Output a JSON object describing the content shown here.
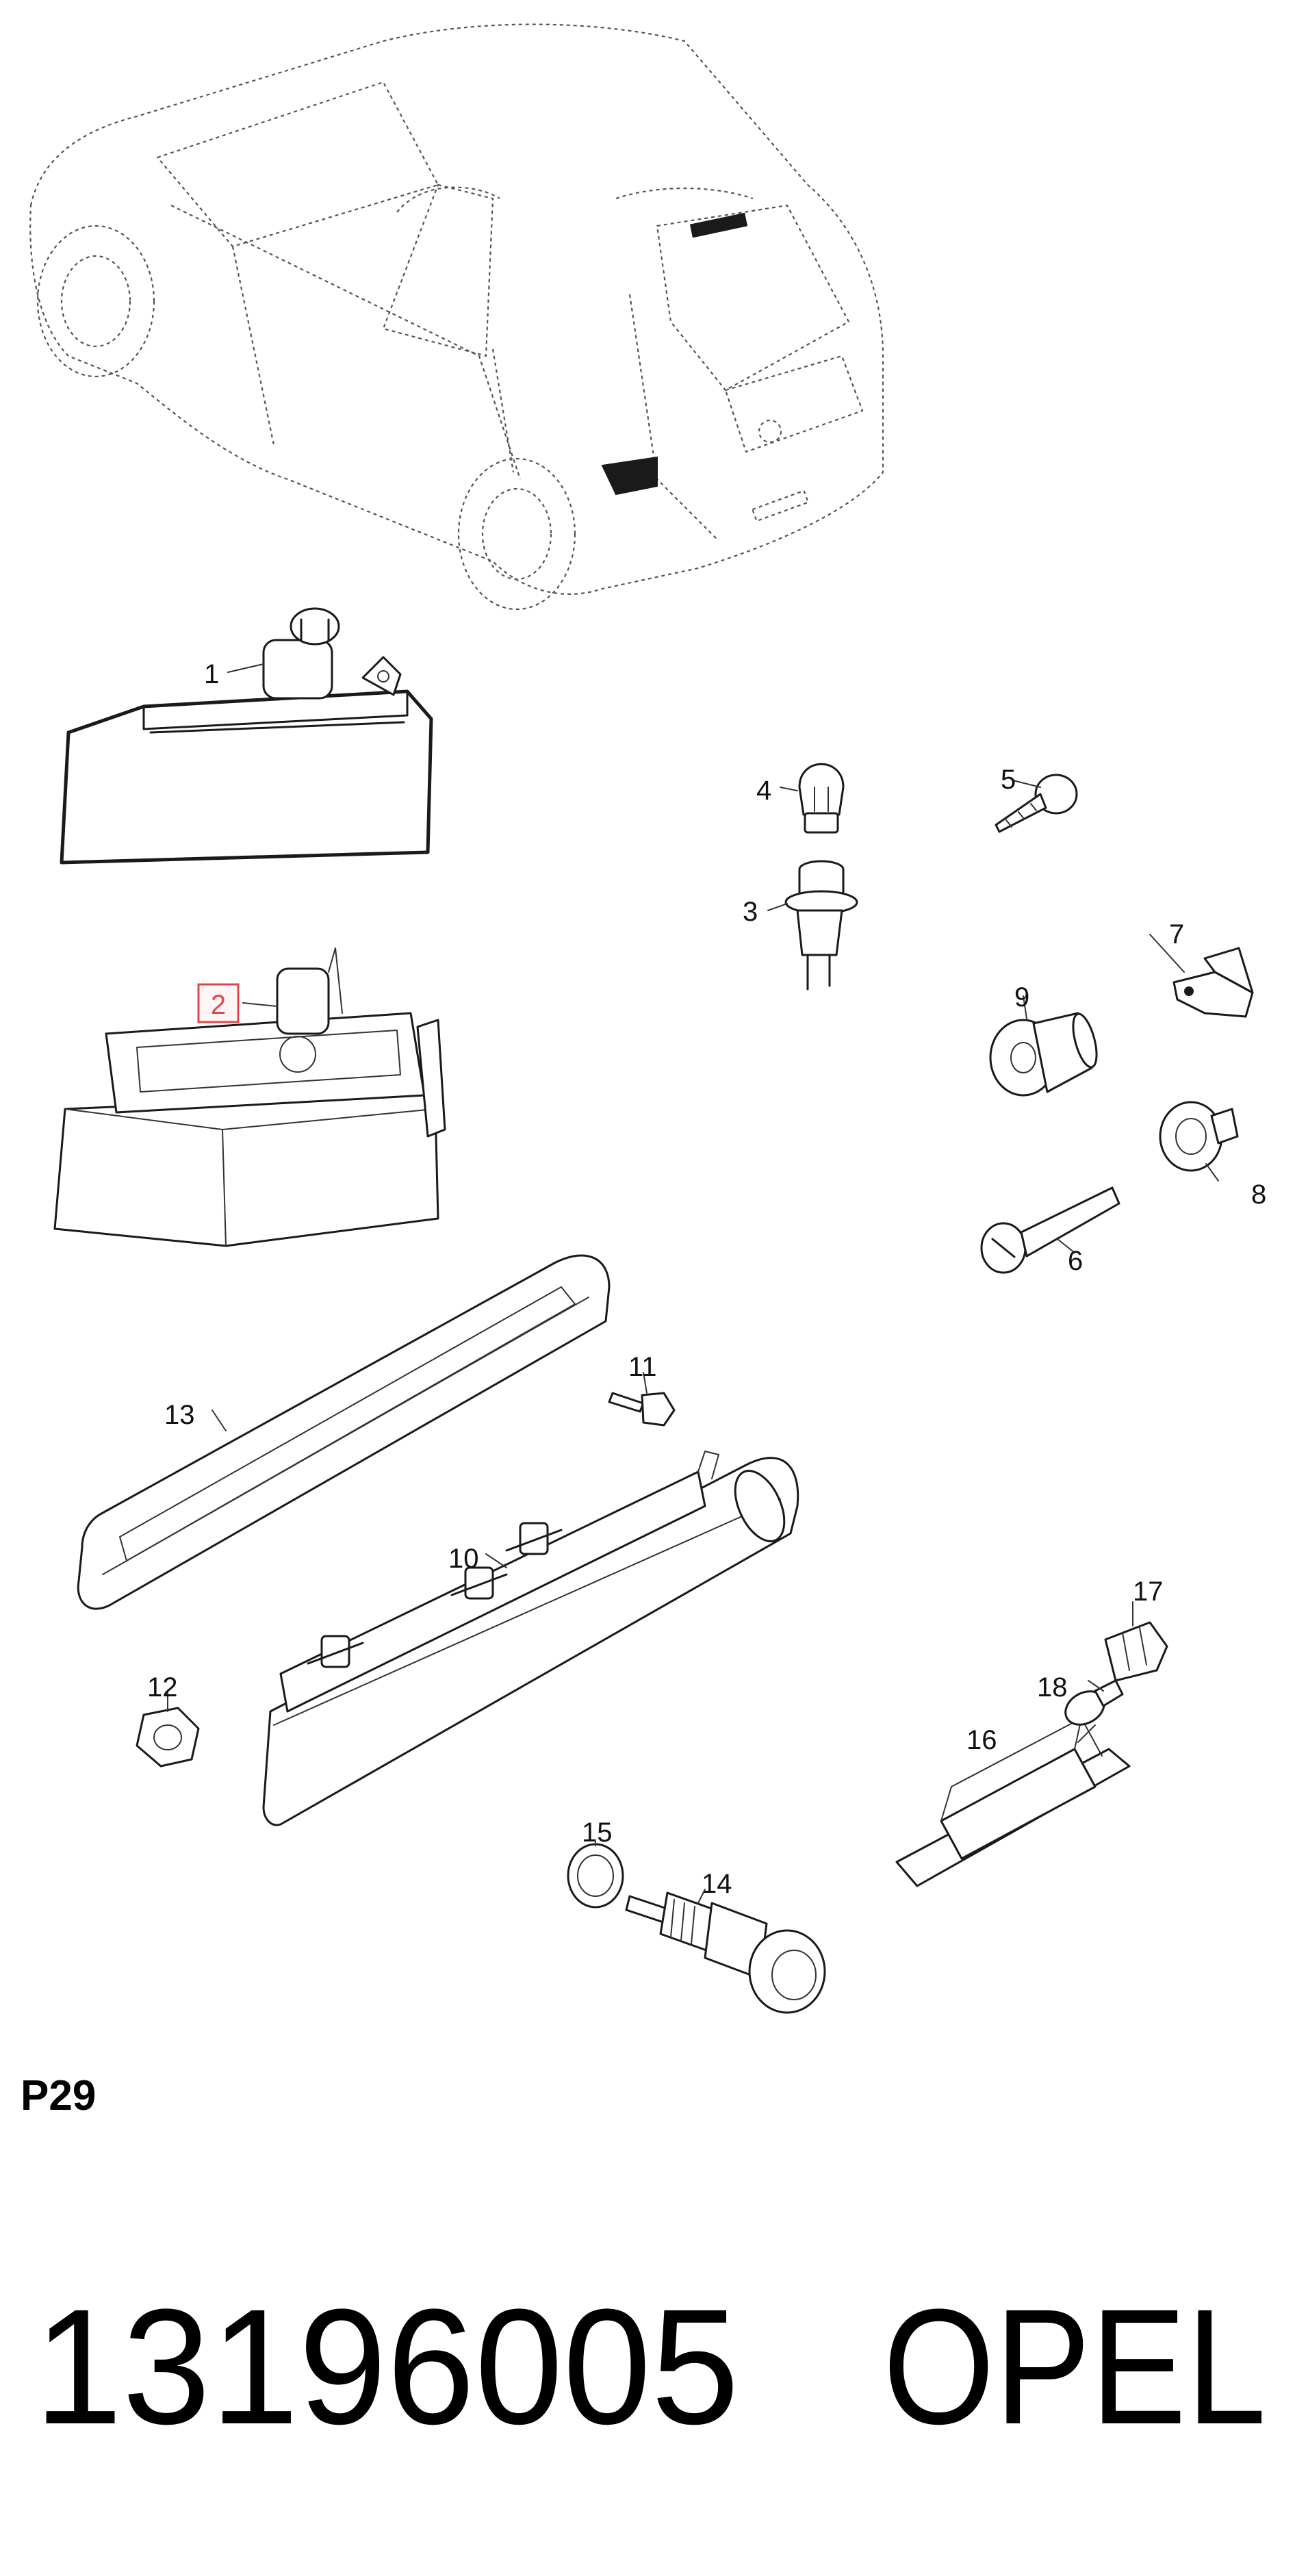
{
  "callouts": [
    {
      "id": "1",
      "text": "1",
      "highlighted": false
    },
    {
      "id": "2",
      "text": "2",
      "highlighted": true
    },
    {
      "id": "3",
      "text": "3",
      "highlighted": false
    },
    {
      "id": "4",
      "text": "4",
      "highlighted": false
    },
    {
      "id": "5",
      "text": "5",
      "highlighted": false
    },
    {
      "id": "6",
      "text": "6",
      "highlighted": false
    },
    {
      "id": "7",
      "text": "7",
      "highlighted": false
    },
    {
      "id": "8",
      "text": "8",
      "highlighted": false
    },
    {
      "id": "9",
      "text": "9",
      "highlighted": false
    },
    {
      "id": "10",
      "text": "10",
      "highlighted": false
    },
    {
      "id": "11",
      "text": "11",
      "highlighted": false
    },
    {
      "id": "12",
      "text": "12",
      "highlighted": false
    },
    {
      "id": "13",
      "text": "13",
      "highlighted": false
    },
    {
      "id": "14",
      "text": "14",
      "highlighted": false
    },
    {
      "id": "15",
      "text": "15",
      "highlighted": false
    },
    {
      "id": "16",
      "text": "16",
      "highlighted": false
    },
    {
      "id": "17",
      "text": "17",
      "highlighted": false
    },
    {
      "id": "18",
      "text": "18",
      "highlighted": false
    }
  ],
  "page_code": "P29",
  "part_number": "13196005",
  "brand": "OPEL",
  "colors": {
    "line": "#1a1a1a",
    "highlight": "#e0474c"
  }
}
